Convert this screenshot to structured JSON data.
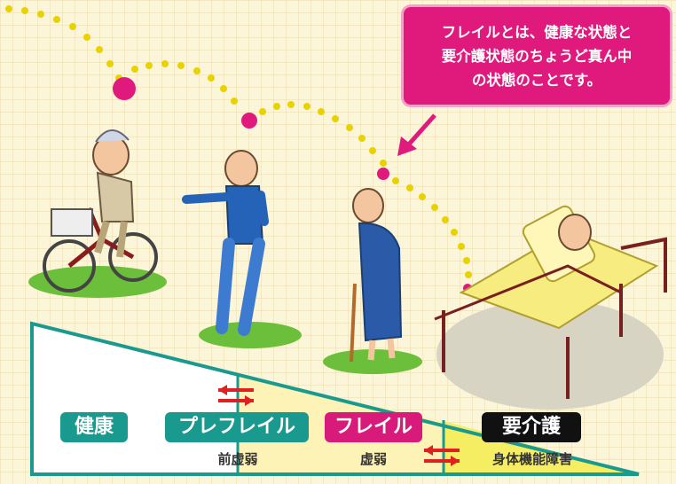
{
  "callout": {
    "text": "フレイルとは、健康な状態と\n要介護状態のちょうど真ん中\nの状態のことです。"
  },
  "stages": [
    {
      "label": "健康",
      "sub": "",
      "color": "#1a9a8e"
    },
    {
      "label": "プレフレイル",
      "sub": "前虚弱",
      "color": "#1a9a8e"
    },
    {
      "label": "フレイル",
      "sub": "虚弱",
      "color": "#d81b7a"
    },
    {
      "label": "要介護",
      "sub": "身体機能障害",
      "color": "#111111"
    }
  ],
  "colors": {
    "teal": "#1a9a8e",
    "pink": "#e0197d",
    "yellow": "#f5ee62",
    "bed": "#7a1f1f"
  }
}
